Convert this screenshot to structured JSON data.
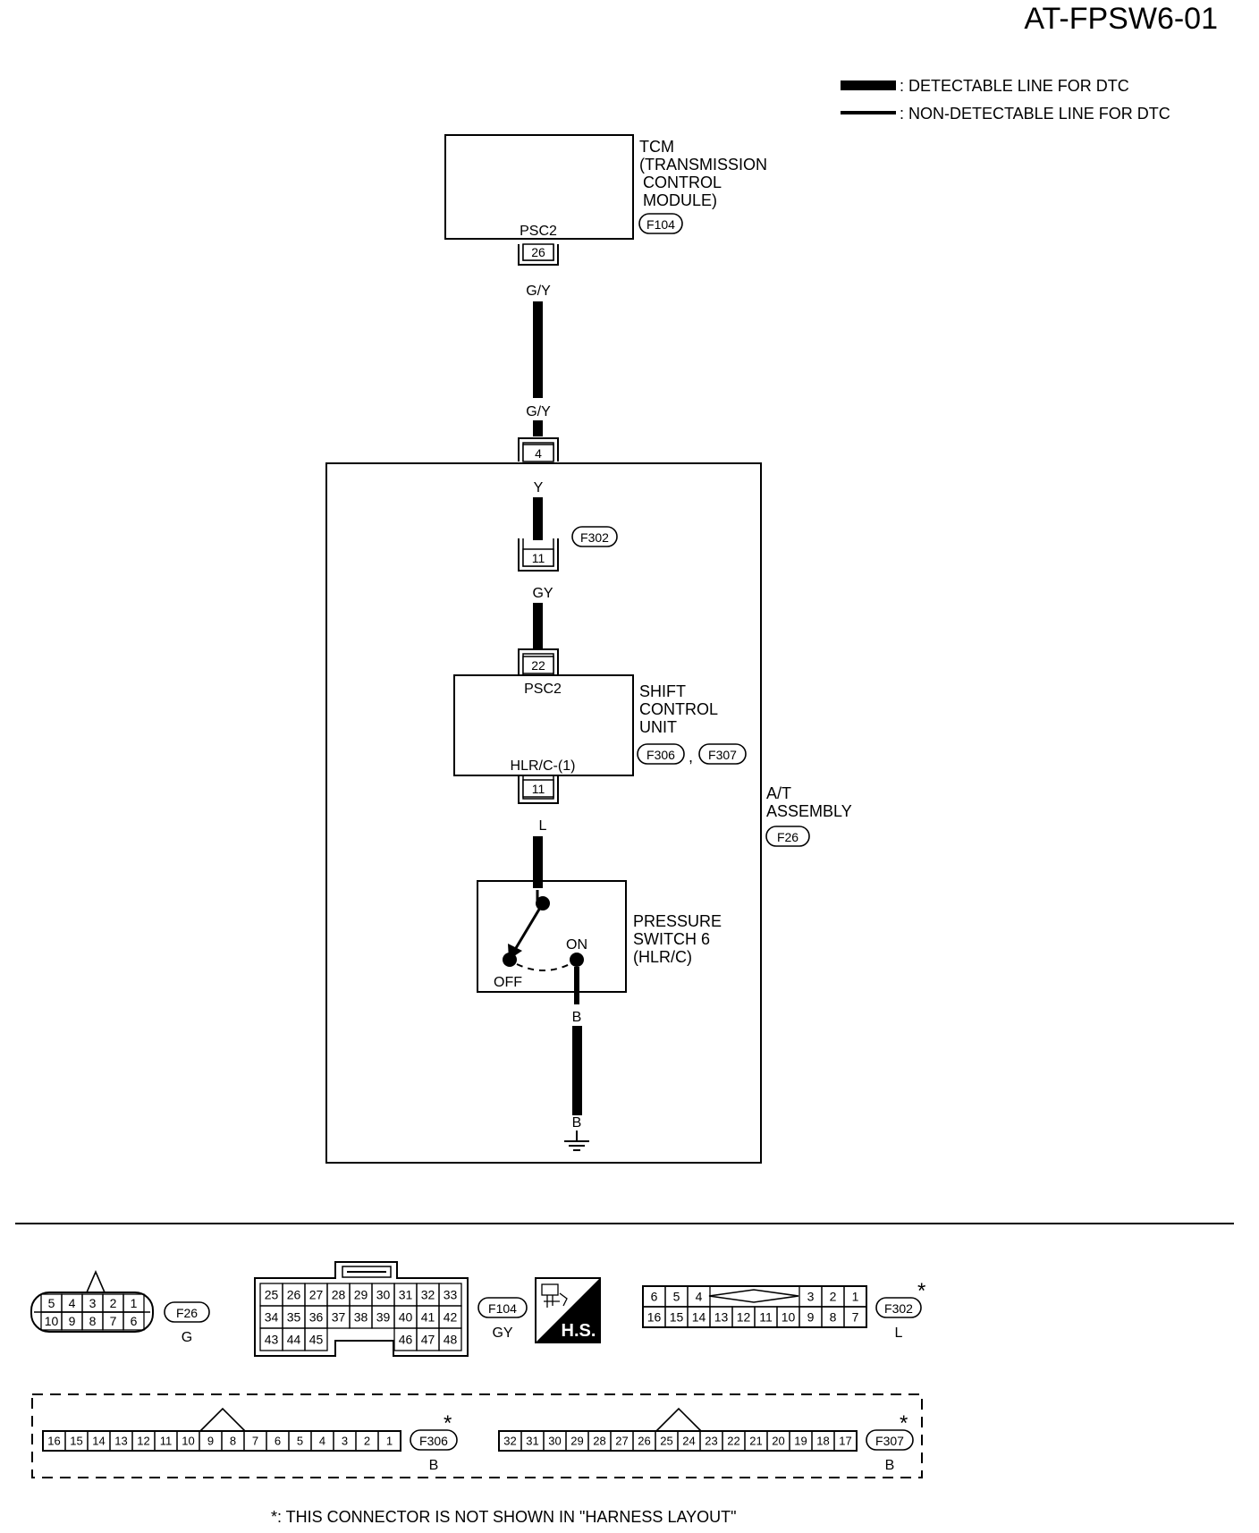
{
  "diagram_code": "AT-FPSW6-01",
  "legend": {
    "detectable": ": DETECTABLE LINE FOR DTC",
    "non_detectable": ": NON-DETECTABLE LINE FOR DTC"
  },
  "tcm": {
    "lines": [
      "TCM",
      "(TRANSMISSION",
      "CONTROL",
      "MODULE)"
    ],
    "connector": "F104",
    "terminal_label": "PSC2",
    "pin": "26"
  },
  "wires": {
    "tcm_out": "G/Y",
    "at_in": "G/Y",
    "inner_top": "Y",
    "inner_mid": "GY",
    "scu_to_switch": "L",
    "switch_out": "B",
    "ground": "B"
  },
  "at_assembly": {
    "lines": [
      "A/T",
      "ASSEMBLY"
    ],
    "connector": "F26",
    "pin_in": "4"
  },
  "f302": {
    "connector": "F302",
    "pin": "11"
  },
  "shift_control_unit": {
    "lines": [
      "SHIFT",
      "CONTROL",
      "UNIT"
    ],
    "connector_a": "F306",
    "separator": ",",
    "connector_b": "F307",
    "terminal_top": "PSC2",
    "pin_top": "22",
    "terminal_bottom": "HLR/C-(1)",
    "pin_bottom": "11"
  },
  "pressure_switch": {
    "lines": [
      "PRESSURE",
      "SWITCH 6",
      "(HLR/C)"
    ],
    "on_label": "ON",
    "off_label": "OFF"
  },
  "connectors": {
    "f26": {
      "id": "F26",
      "color": "G",
      "top": [
        "5",
        "4",
        "3",
        "2",
        "1"
      ],
      "bottom": [
        "10",
        "9",
        "8",
        "7",
        "6"
      ]
    },
    "f104": {
      "id": "F104",
      "color": "GY",
      "rows": [
        [
          "25",
          "26",
          "27",
          "28",
          "29",
          "30",
          "31",
          "32",
          "33"
        ],
        [
          "34",
          "35",
          "36",
          "37",
          "38",
          "39",
          "40",
          "41",
          "42"
        ]
      ],
      "row3_left": [
        "43",
        "44",
        "45"
      ],
      "row3_right": [
        "46",
        "47",
        "48"
      ]
    },
    "hs": {
      "label": "H.S."
    },
    "f302": {
      "id": "F302",
      "color": "L",
      "star": "*",
      "top_left": [
        "6",
        "5",
        "4"
      ],
      "top_right": [
        "3",
        "2",
        "1"
      ],
      "bottom": [
        "16",
        "15",
        "14",
        "13",
        "12",
        "11",
        "10",
        "9",
        "8",
        "7"
      ]
    },
    "f306": {
      "id": "F306",
      "color": "B",
      "star": "*",
      "pins": [
        "16",
        "15",
        "14",
        "13",
        "12",
        "11",
        "10",
        "9",
        "8",
        "7",
        "6",
        "5",
        "4",
        "3",
        "2",
        "1"
      ]
    },
    "f307": {
      "id": "F307",
      "color": "B",
      "star": "*",
      "pins": [
        "32",
        "31",
        "30",
        "29",
        "28",
        "27",
        "26",
        "25",
        "24",
        "23",
        "22",
        "21",
        "20",
        "19",
        "18",
        "17"
      ]
    }
  },
  "footnote": "*: THIS CONNECTOR IS NOT SHOWN IN \"HARNESS LAYOUT\""
}
